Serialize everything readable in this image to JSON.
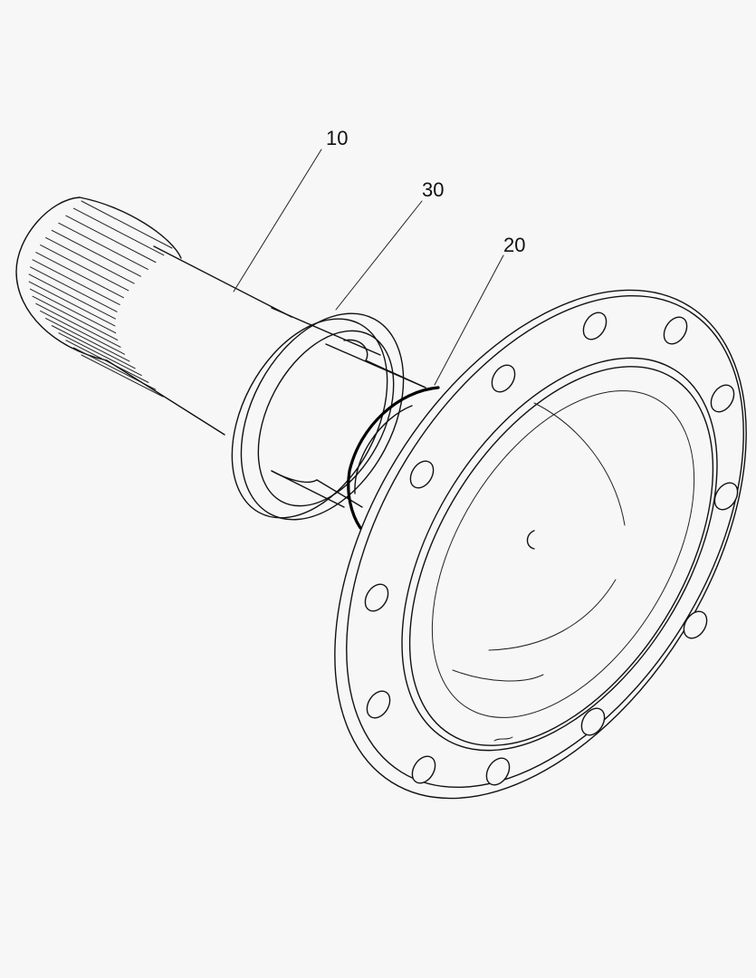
{
  "labels": {
    "shaft": "10",
    "ring": "20",
    "seal": "30"
  }
}
